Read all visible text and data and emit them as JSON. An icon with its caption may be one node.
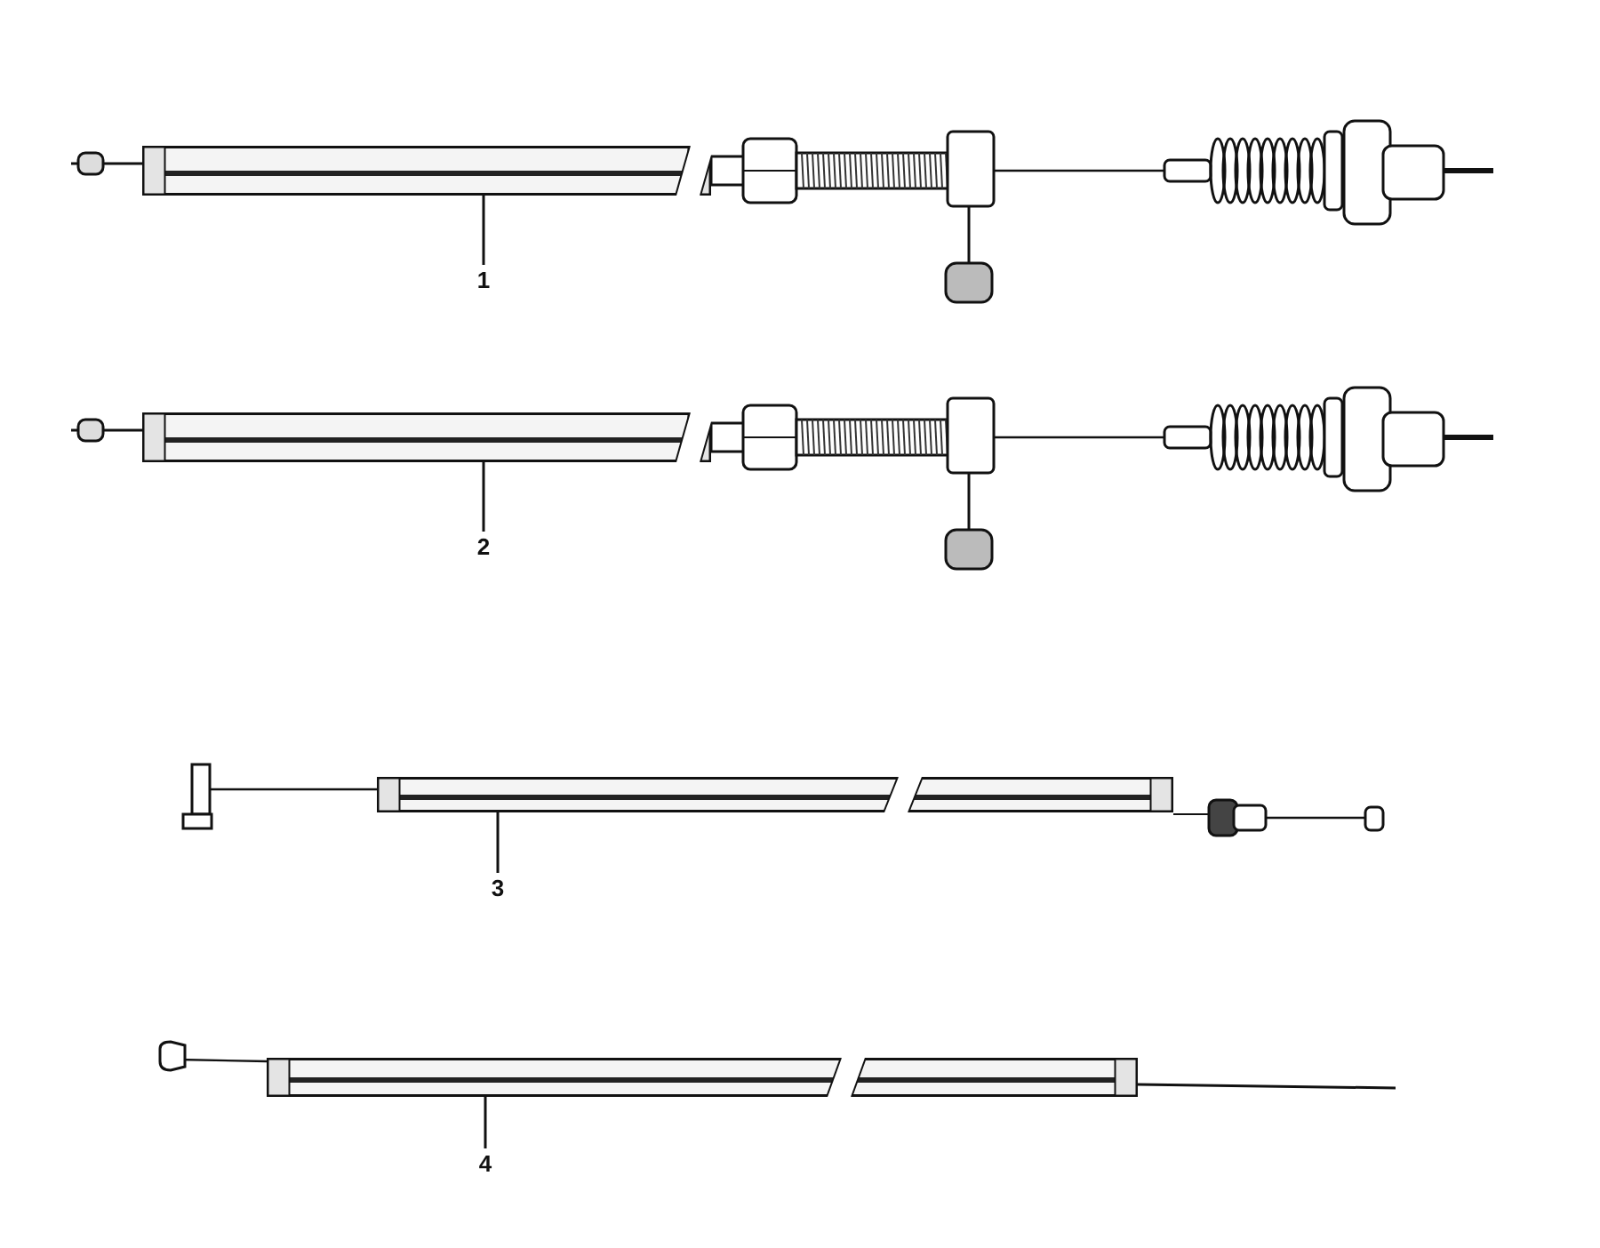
{
  "diagram": {
    "nodes": [
      {
        "text": [],
        "shape": "picture"
      },
      {
        "text": [
          "1"
        ]
      },
      {
        "text": [],
        "shape": "picture"
      },
      {
        "text": [
          "2"
        ]
      },
      {
        "text": [],
        "shape": "picture"
      },
      {
        "text": [
          "3"
        ]
      },
      {
        "text": [],
        "shape": "picture"
      },
      {
        "text": [
          "4"
        ]
      }
    ],
    "edges": [
      {
        "from": 1,
        "to": 0,
        "arrow": "none"
      },
      {
        "from": 3,
        "to": 2,
        "arrow": "none"
      },
      {
        "from": 5,
        "to": 4,
        "arrow": "none"
      },
      {
        "from": 7,
        "to": 6,
        "arrow": "none"
      }
    ]
  }
}
